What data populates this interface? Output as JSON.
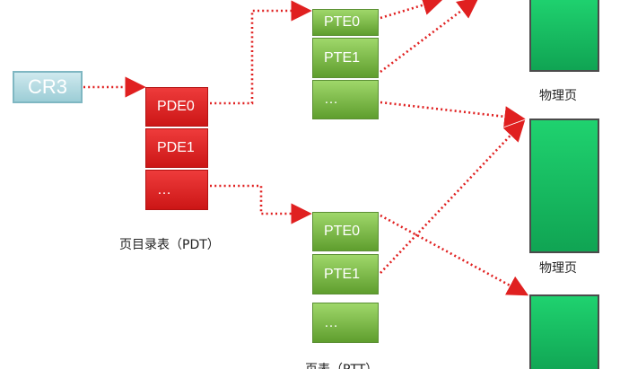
{
  "cr3": {
    "label": "CR3"
  },
  "pdt": {
    "entries": [
      "PDE0",
      "PDE1",
      "…"
    ],
    "caption": "页目录表（PDT）"
  },
  "pt_top": {
    "entries": [
      "PTE0",
      "PTE1",
      "…"
    ]
  },
  "pt_bottom": {
    "entries": [
      "PTE0",
      "PTE1",
      "…"
    ],
    "caption": "页表（PTT）"
  },
  "physical_pages": {
    "caption_1": "物理页",
    "caption_2": "物理页"
  },
  "colors": {
    "arrow": "#e02020",
    "pde": "#e02a2a",
    "pte": "#7fbf4a",
    "physical_page": "#17c560",
    "cr3": "#b9dde3"
  }
}
